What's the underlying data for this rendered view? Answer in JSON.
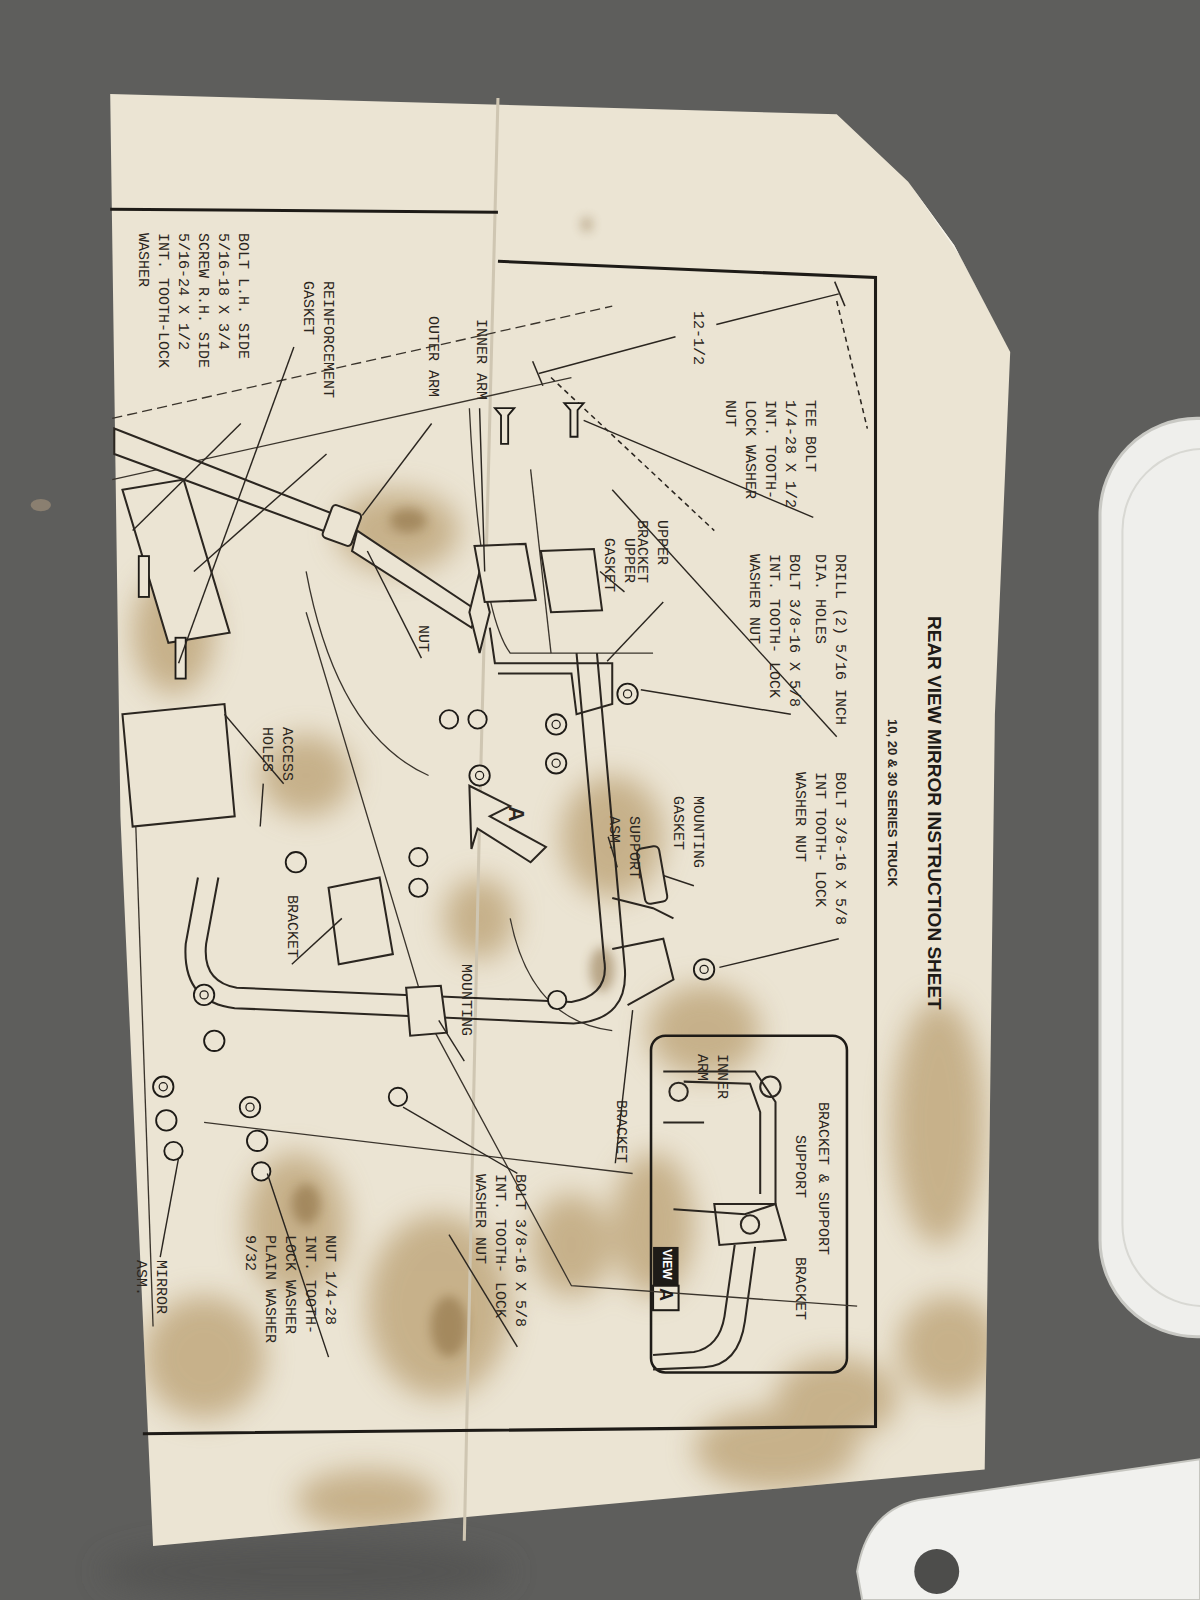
{
  "diagram": {
    "title": "REAR VIEW MIRROR INSTRUCTION SHEET",
    "labels": [
      "10, 20 & 30 SERIES TRUCK",
      "TEE BOLT 1/4-28 X 1/2 INT. TOOTH- LOCK WASHER NUT",
      "12-1/2",
      "DRILL (2) 5/16 INCH DIA. HOLES",
      "BOLT 3/8-16 X 5/8 INT. TOOTH- LOCK WASHER NUT",
      "UPPER BRACKET",
      "UPPER GASKET",
      "BOLT 3/8-16 X 5/8 INT TOOTH- LOCK WASHER NUT",
      "MOUNTING GASKET",
      "SUPPORT ASM.",
      "INNER ARM",
      "OUTER ARM",
      "NUT",
      "REINFORCEMENT GASKET",
      "BOLT L.H. SIDE 5/16-18 X 3/4 SCREW R.H. SIDE 5/16-24 X 1/2 INT. TOOTH-LOCK WASHER",
      "ACCESS HOLES",
      "A",
      "BRACKET",
      "MOUNTING",
      "BRACKET & SUPPORT",
      "SUPPORT",
      "BRACKET",
      "INNER ARM",
      "VIEW",
      "A",
      "BRACKET",
      "BOLT 3/8-16 X 5/8 INT. TOOTH- LOCK WASHER NUT",
      "NUT 1/4-28 INT. TOOTH- LOCK WASHER PLAIN WASHER 9/32",
      "MIRROR ASM."
    ]
  }
}
